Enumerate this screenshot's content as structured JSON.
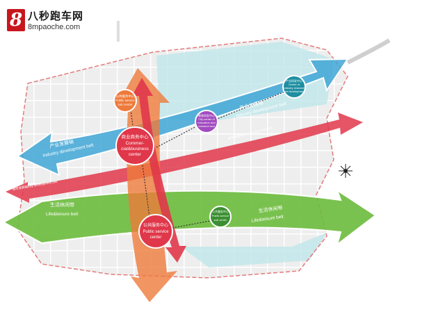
{
  "logo": {
    "badge": "8",
    "cn": "八秒跑车网",
    "url": "8mpaoche.com"
  },
  "belts": {
    "industry_top": {
      "cn": "产业发展轴",
      "en": "Industry development belt"
    },
    "industry_left": {
      "cn": "产业发展轴",
      "en": "Industry development belt"
    },
    "city_upper": "城市发展轴City development belt",
    "city_left": "城市发展轴City development belt",
    "life_left": {
      "cn": "生活休闲带",
      "en": "Life&leisure belt"
    },
    "life_right": {
      "cn": "生活休闲带",
      "en": "Life&leisure belt"
    }
  },
  "nodes": {
    "commercial": {
      "cn": "商业商务中心",
      "en1": "Commer-",
      "en2": "cial&business",
      "en3": "center"
    },
    "public": {
      "cn": "公共服务中心",
      "en1": "Public service",
      "en2": "center"
    },
    "orange": {
      "l1": "公共服务中心",
      "l2": "Public service",
      "l3": "sub center"
    },
    "purple": {
      "l1": "教育研发中心",
      "l2": "City center of",
      "l3": "education and",
      "l4": "research and"
    },
    "teal": {
      "l1": "产业研发中心",
      "l2": "Center of",
      "l3": "industry research",
      "l4": "and development"
    },
    "green": {
      "l1": "公共服务中心",
      "l2": "Public service",
      "l3": "sub center"
    }
  },
  "colors": {
    "blue": "#3fa6d6",
    "green": "#6cbb3c",
    "red": "#e0374a",
    "orange": "#ee7a3b",
    "purple": "#a24bc0",
    "teal": "#1e8ea0",
    "dkgreen": "#3b8f32"
  }
}
